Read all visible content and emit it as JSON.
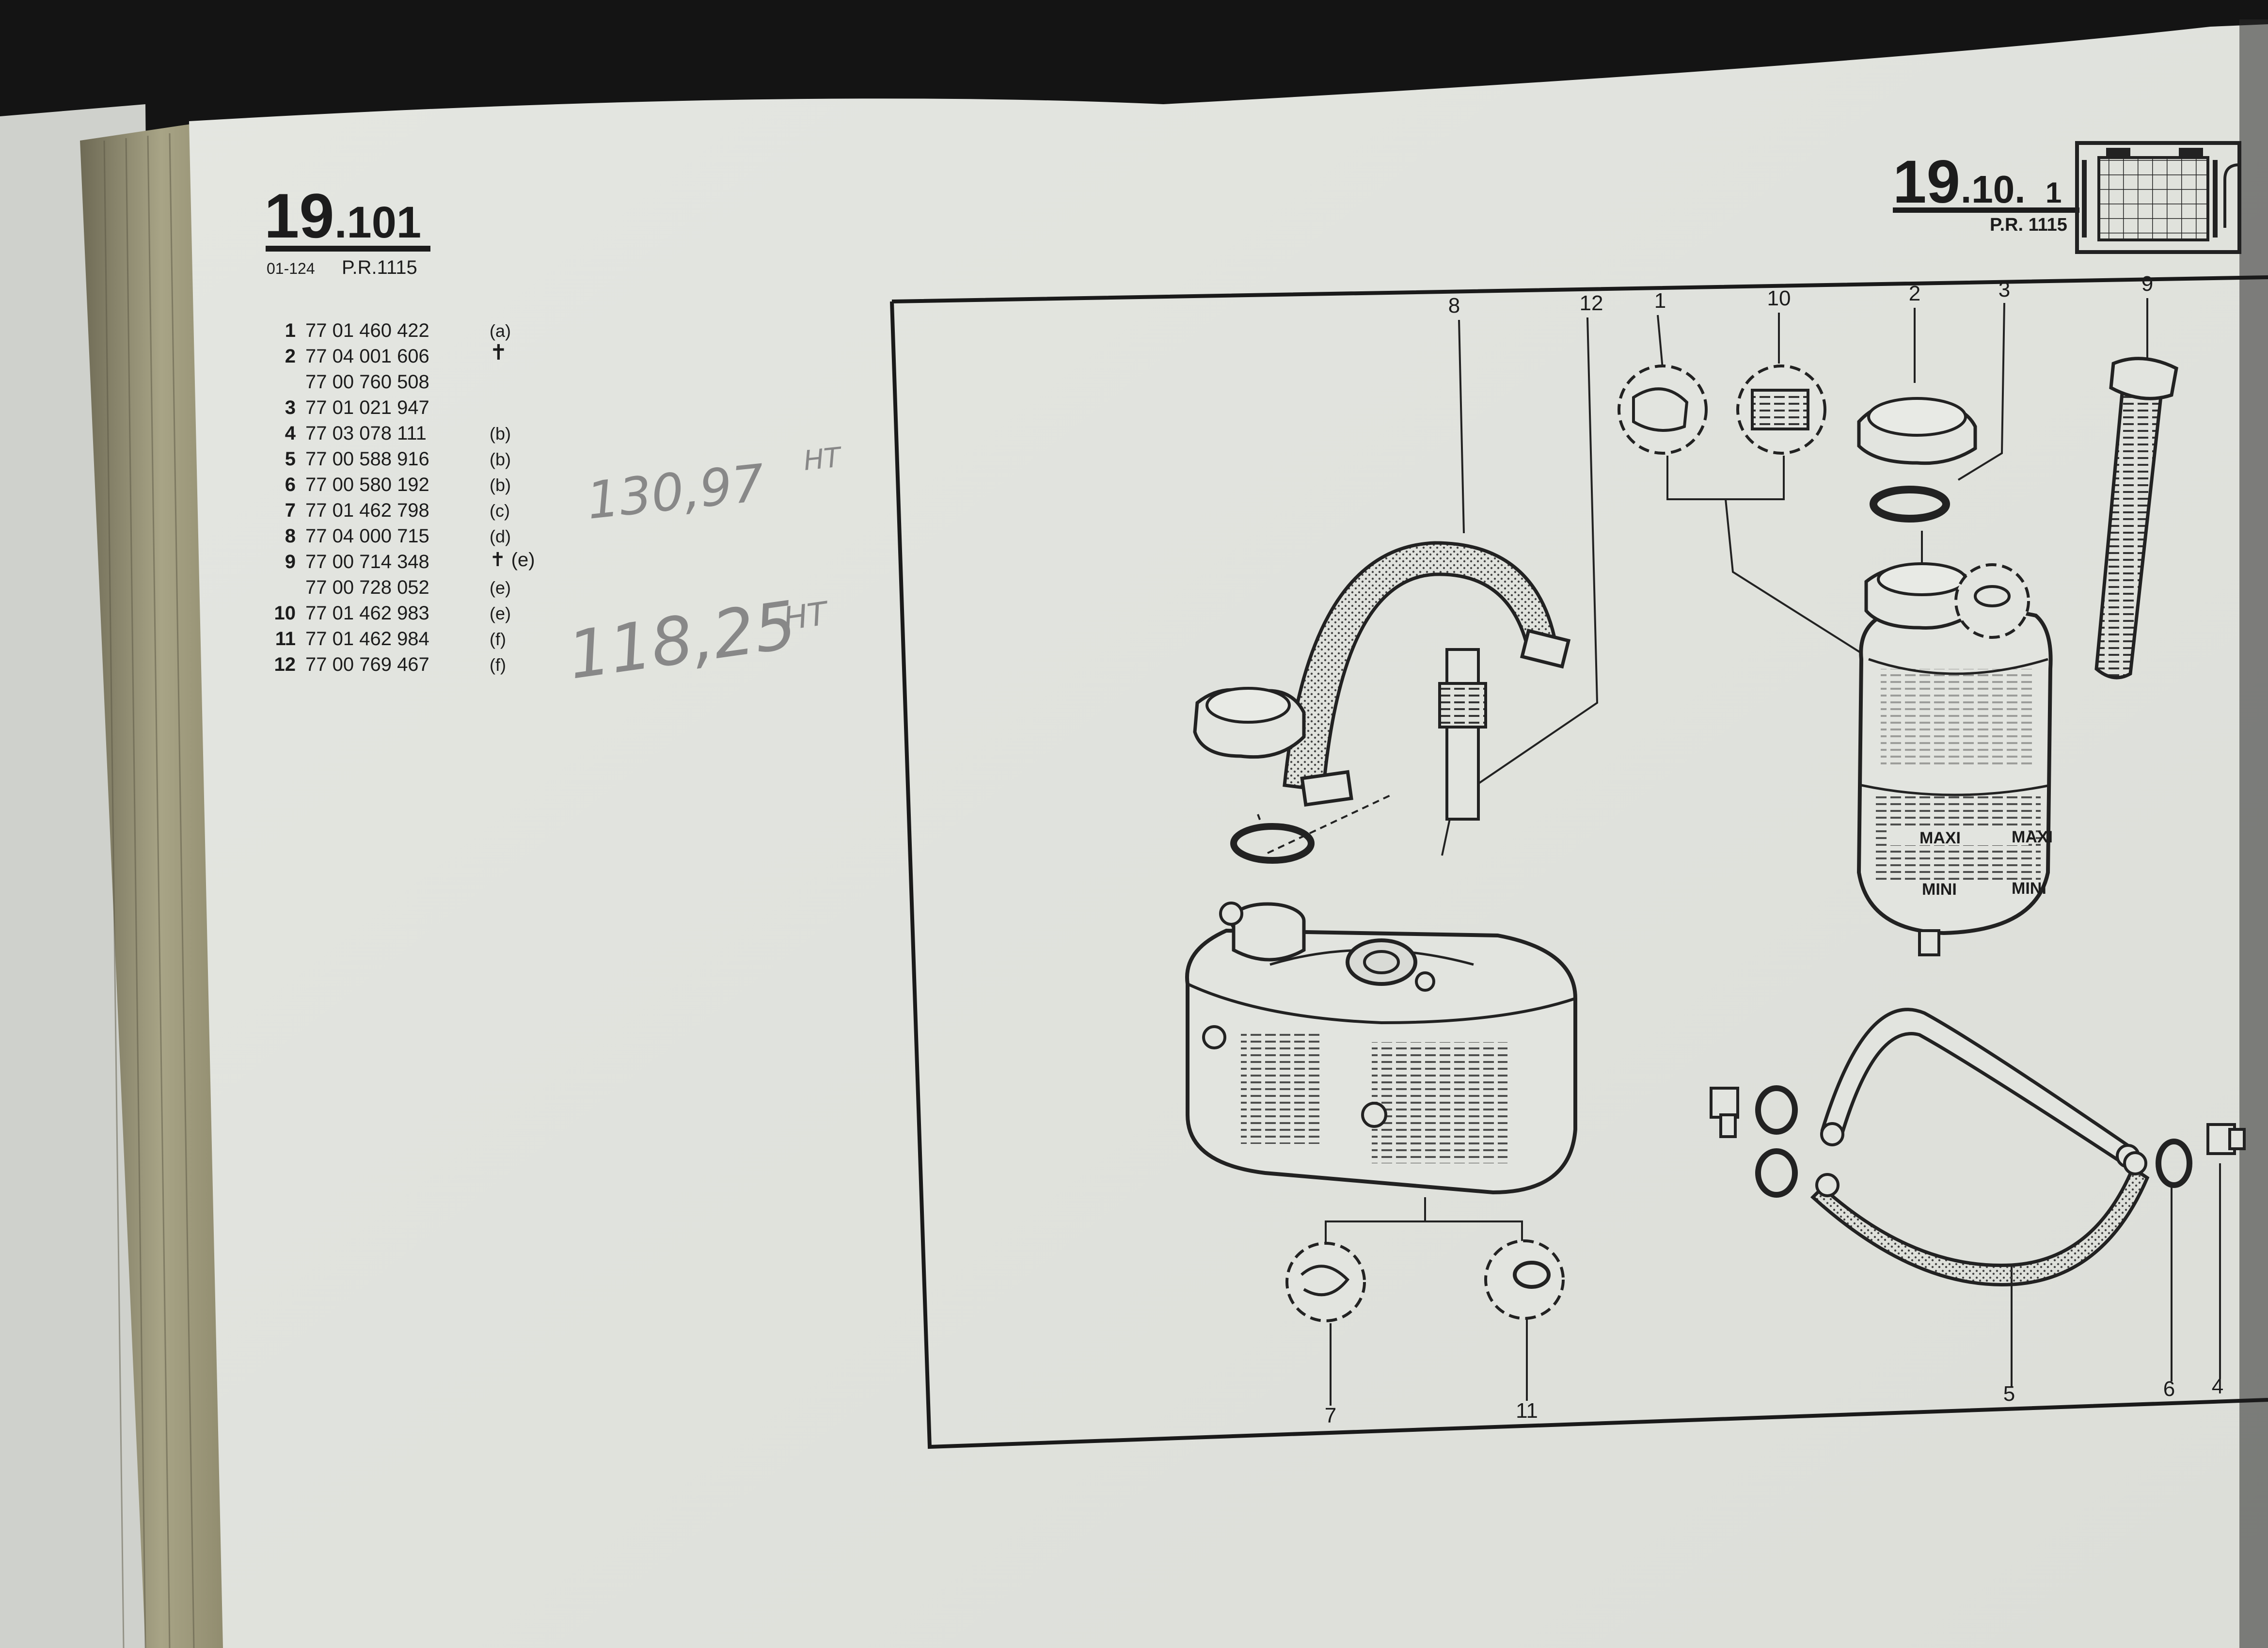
{
  "left_header": {
    "number_main": "19",
    "number_sub": ".101",
    "code": "01-124",
    "pr": "P.R.1115"
  },
  "right_header": {
    "number_main": "19",
    "number_sub": ".10.",
    "number_tail": "1",
    "pr": "P.R. 1115",
    "icon": "radiator-icon"
  },
  "parts": [
    {
      "no": "1",
      "ref": "77 01 460 422",
      "note": "(a)"
    },
    {
      "no": "2",
      "ref": "77 04 001 606",
      "note": "✝"
    },
    {
      "no": "",
      "ref": "77 00 760 508",
      "note": ""
    },
    {
      "no": "3",
      "ref": "77 01 021 947",
      "note": ""
    },
    {
      "no": "4",
      "ref": "77 03 078 111",
      "note": "(b)"
    },
    {
      "no": "5",
      "ref": "77 00 588 916",
      "note": "(b)"
    },
    {
      "no": "6",
      "ref": "77 00 580 192",
      "note": "(b)"
    },
    {
      "no": "7",
      "ref": "77 01 462 798",
      "note": "(c)"
    },
    {
      "no": "8",
      "ref": "77 04 000 715",
      "note": "(d)"
    },
    {
      "no": "9",
      "ref": "77 00 714 348",
      "note": "✝ (e)"
    },
    {
      "no": "",
      "ref": "77 00 728 052",
      "note": "(e)"
    },
    {
      "no": "10",
      "ref": "77 01 462 983",
      "note": "(e)"
    },
    {
      "no": "11",
      "ref": "77 01 462 984",
      "note": "(f)"
    },
    {
      "no": "12",
      "ref": "77 00 769 467",
      "note": "(f)"
    }
  ],
  "handwritten": {
    "price_1": "130,97",
    "price_1_sup": "HT",
    "price_2": "118,25",
    "price_2_sup": "HT"
  },
  "callouts": {
    "c8": "8",
    "c12": "12",
    "c1": "1",
    "c10": "10",
    "c2": "2",
    "c3": "3",
    "c9": "9",
    "c7": "7",
    "c11": "11",
    "c5": "5",
    "c6": "6",
    "c4": "4"
  },
  "bottle_labels": {
    "maxi_left": "MAXI",
    "maxi_right": "MAXI",
    "mini_left": "MINI",
    "mini_right": "MINI"
  }
}
